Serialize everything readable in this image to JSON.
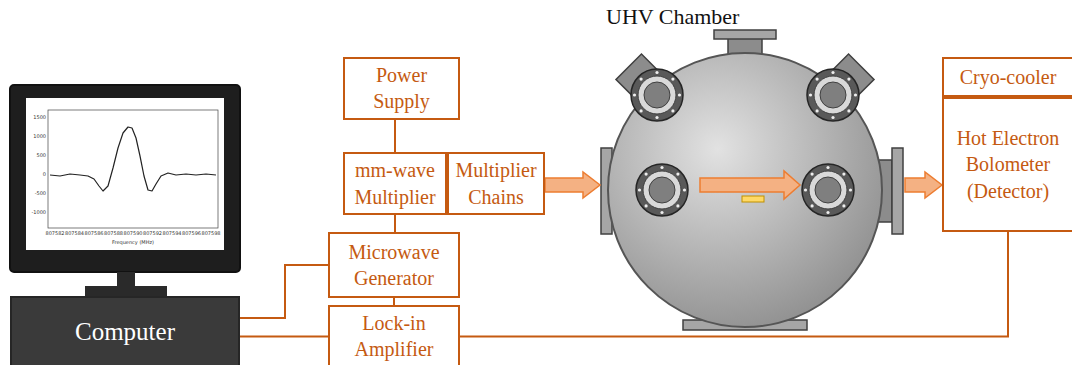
{
  "diagram": {
    "nodes": [
      {
        "text": [
          "Power Supply"
        ]
      },
      {
        "text": [
          "mm-wave Multiplier"
        ]
      },
      {
        "text": [
          "Multiplier Chains"
        ]
      },
      {
        "text": [
          "Microwave Generator"
        ]
      },
      {
        "text": [
          "Lock-in Amplifier"
        ]
      },
      {
        "text": [
          "Computer"
        ]
      },
      {
        "text": [
          "UHV Chamber"
        ]
      },
      {
        "text": [
          "Cryo-cooler"
        ]
      },
      {
        "text": [
          "Hot Electron Bolometer (Detector)"
        ]
      }
    ],
    "edges": [
      {
        "from": 0,
        "to": 1,
        "arrow": "none"
      },
      {
        "from": 1,
        "to": 3,
        "arrow": "none"
      },
      {
        "from": 3,
        "to": 4,
        "arrow": "none"
      },
      {
        "from": 5,
        "to": 3,
        "arrow": "none"
      },
      {
        "from": 5,
        "to": 4,
        "arrow": "none"
      },
      {
        "from": 4,
        "to": 8,
        "arrow": "none"
      },
      {
        "from": 2,
        "to": 6,
        "arrow": "to"
      },
      {
        "from": 6,
        "to": 8,
        "arrow": "to"
      }
    ],
    "labels": [
      "1500",
      "1000",
      "500",
      "0",
      "-500",
      "-1000",
      "807582",
      "807584",
      "807586",
      "807588",
      "807590",
      "807592",
      "807594",
      "807596",
      "807598",
      "Frequency (MHz)"
    ]
  }
}
